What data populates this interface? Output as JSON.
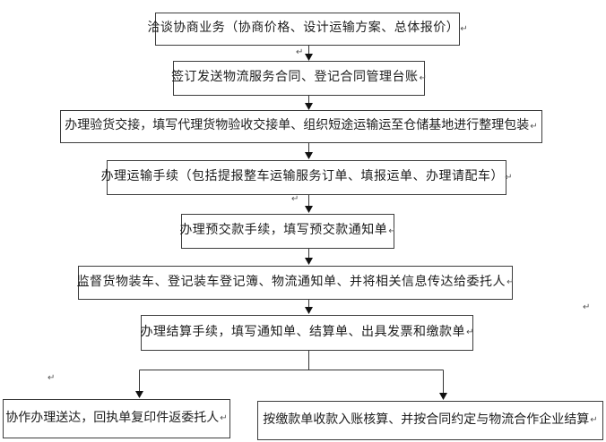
{
  "flowchart": {
    "return_mark": "↵",
    "nodes": [
      {
        "id": "negotiate-business",
        "label": "洽谈协商业务（协商价格、设计运输方案、总体报价）"
      },
      {
        "id": "sign-contract",
        "label": "签订发送物流服务合同、登记合同管理台账"
      },
      {
        "id": "goods-handover",
        "label": "办理验货交接，填写代理货物验收交接单、组织短途运输运至仓储基地进行整理包装"
      },
      {
        "id": "transport-procedures",
        "label": "办理运输手续（包括提报整车运输服务订单、填报运单、办理请配车）"
      },
      {
        "id": "prepayment",
        "label": "办理预交款手续，填写预交款通知单"
      },
      {
        "id": "supervise-loading",
        "label": "监督货物装车、登记装车登记簿、物流通知单、并将相关信息传达给委托人"
      },
      {
        "id": "settlement-procedures",
        "label": "办理结算手续，填写通知单、结算单、出具发票和缴款单"
      },
      {
        "id": "delivery-receipt",
        "label": "协作办理送达，回执单复印件返委托人"
      },
      {
        "id": "payment-accounting",
        "label": "按缴款单收款入账核算、并按合同约定与物流合作企业结算"
      }
    ],
    "edges": [
      [
        "negotiate-business",
        "sign-contract"
      ],
      [
        "sign-contract",
        "goods-handover"
      ],
      [
        "goods-handover",
        "transport-procedures"
      ],
      [
        "transport-procedures",
        "prepayment"
      ],
      [
        "prepayment",
        "supervise-loading"
      ],
      [
        "supervise-loading",
        "settlement-procedures"
      ],
      [
        "settlement-procedures",
        "delivery-receipt"
      ],
      [
        "settlement-procedures",
        "payment-accounting"
      ]
    ],
    "colors": {
      "line": "#333333",
      "arrowhead": "#111111",
      "text": "#1c1c1c",
      "background": "#ffffff"
    }
  }
}
